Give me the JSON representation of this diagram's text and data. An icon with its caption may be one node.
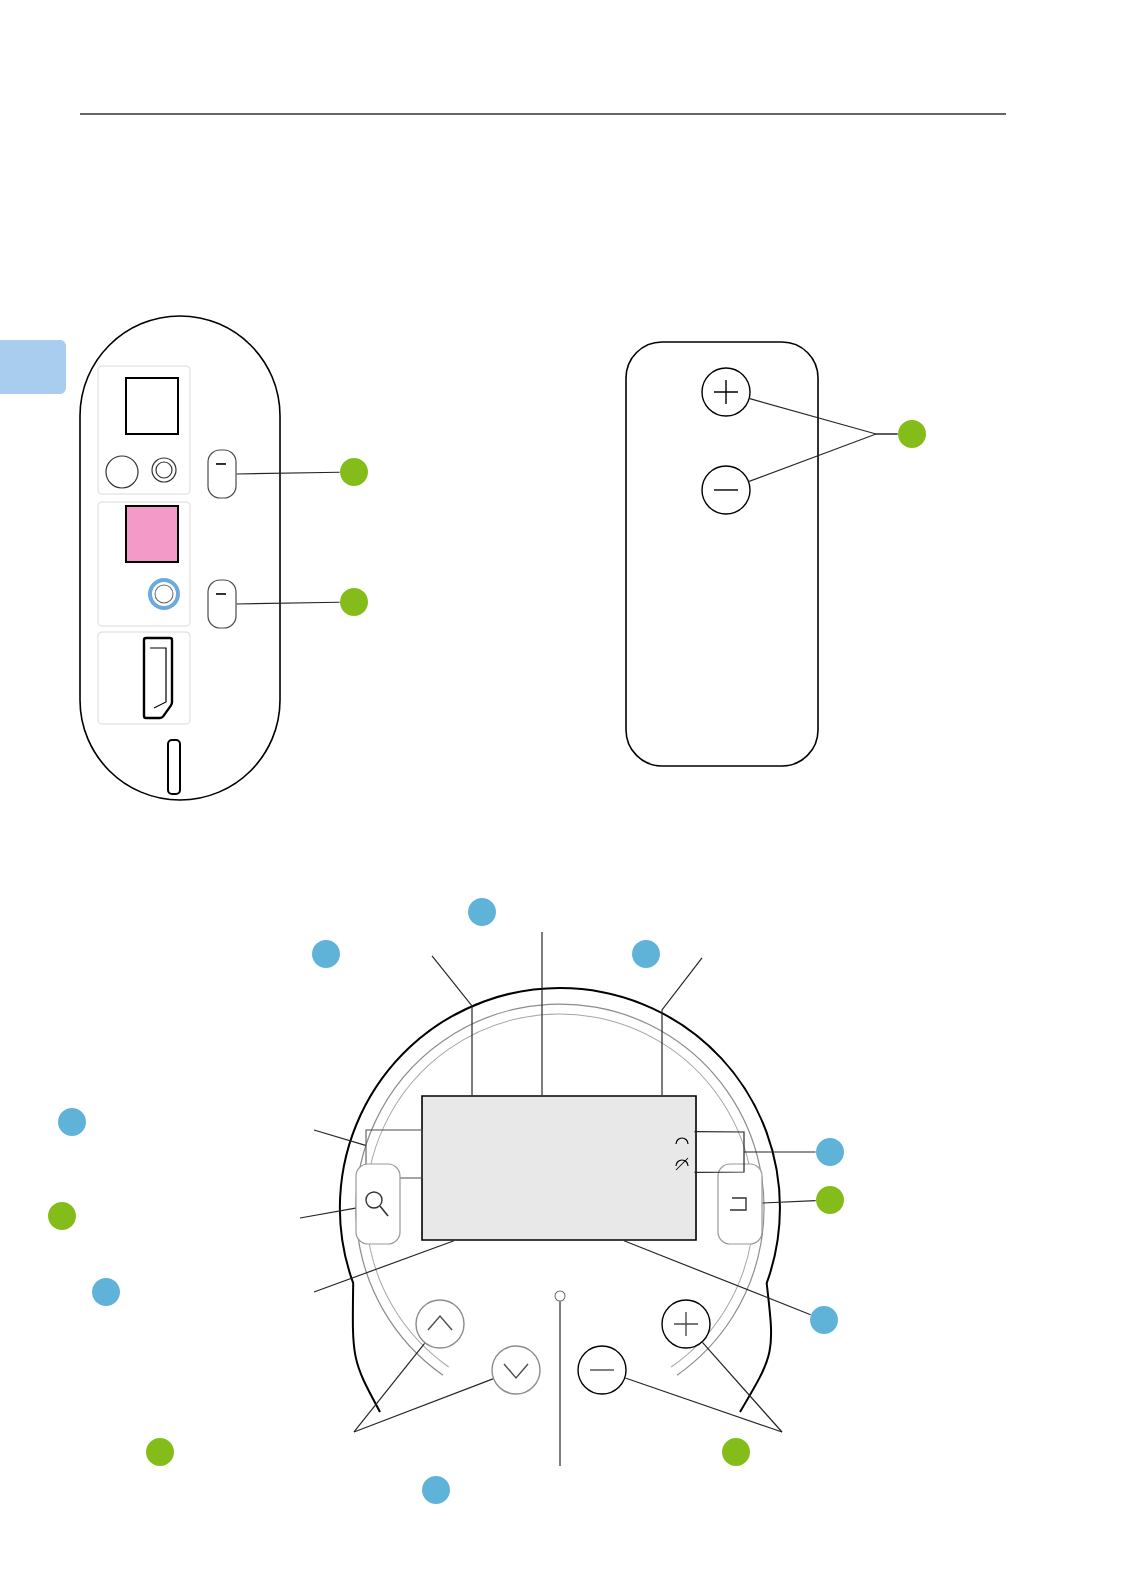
{
  "diagram": {
    "nodes": [
      {
        "text": [],
        "shape": "box"
      },
      {
        "text": [],
        "shape": "circle"
      },
      {
        "text": [],
        "shape": "box"
      },
      {
        "text": [],
        "shape": "circle"
      },
      {
        "text": [],
        "shape": "circle"
      },
      {
        "text": [],
        "shape": "circle"
      },
      {
        "text": [],
        "shape": "circle"
      },
      {
        "text": [],
        "shape": "circle"
      },
      {
        "text": [],
        "shape": "circle"
      },
      {
        "text": [],
        "shape": "circle"
      },
      {
        "text": [],
        "shape": "box"
      },
      {
        "text": [],
        "shape": "box"
      },
      {
        "text": [],
        "shape": "box",
        "in": 10
      },
      {
        "text": [],
        "shape": "circle"
      },
      {
        "text": [],
        "shape": "circle"
      },
      {
        "text": [],
        "shape": "box"
      },
      {
        "text": [],
        "shape": "circle"
      },
      {
        "text": [],
        "shape": "box"
      },
      {
        "text": [],
        "shape": "circle"
      },
      {
        "text": [],
        "shape": "circle"
      },
      {
        "text": [],
        "shape": "circle"
      },
      {
        "text": [],
        "shape": "circle"
      },
      {
        "text": [],
        "shape": "circle"
      },
      {
        "text": [],
        "shape": "circle"
      },
      {
        "text": [],
        "shape": "circle"
      },
      {
        "text": [],
        "shape": "circle"
      },
      {
        "text": [],
        "shape": "circle"
      },
      {
        "text": [],
        "shape": "circle"
      },
      {
        "text": [],
        "shape": "circle"
      }
    ],
    "edges": [
      {
        "from": 0,
        "to": 1,
        "arrow": "none"
      },
      {
        "from": 2,
        "to": 3,
        "arrow": "none"
      },
      {
        "from": 6,
        "to": 4,
        "arrow": "none"
      },
      {
        "from": 6,
        "to": 5,
        "arrow": "none"
      },
      {
        "from": null,
        "to": 10,
        "arrow": "none"
      },
      {
        "from": null,
        "to": 10,
        "arrow": "none"
      },
      {
        "from": null,
        "to": 10,
        "arrow": "none"
      },
      {
        "from": null,
        "to": 11,
        "arrow": "none"
      },
      {
        "from": null,
        "to": 15,
        "arrow": "none"
      },
      {
        "from": null,
        "to": 10,
        "arrow": "none"
      },
      {
        "from": 10,
        "to": 20,
        "arrow": "none"
      },
      {
        "from": 12,
        "to": 13,
        "arrow": "none"
      },
      {
        "from": 17,
        "to": 18,
        "arrow": "none"
      },
      {
        "from": null,
        "to": 22,
        "arrow": "none"
      },
      {
        "from": null,
        "to": 23,
        "arrow": "none"
      },
      {
        "from": null,
        "to": 25,
        "arrow": "none"
      },
      {
        "from": null,
        "to": 24,
        "arrow": "none"
      },
      {
        "from": null,
        "to": 21,
        "arrow": "none"
      }
    ]
  }
}
